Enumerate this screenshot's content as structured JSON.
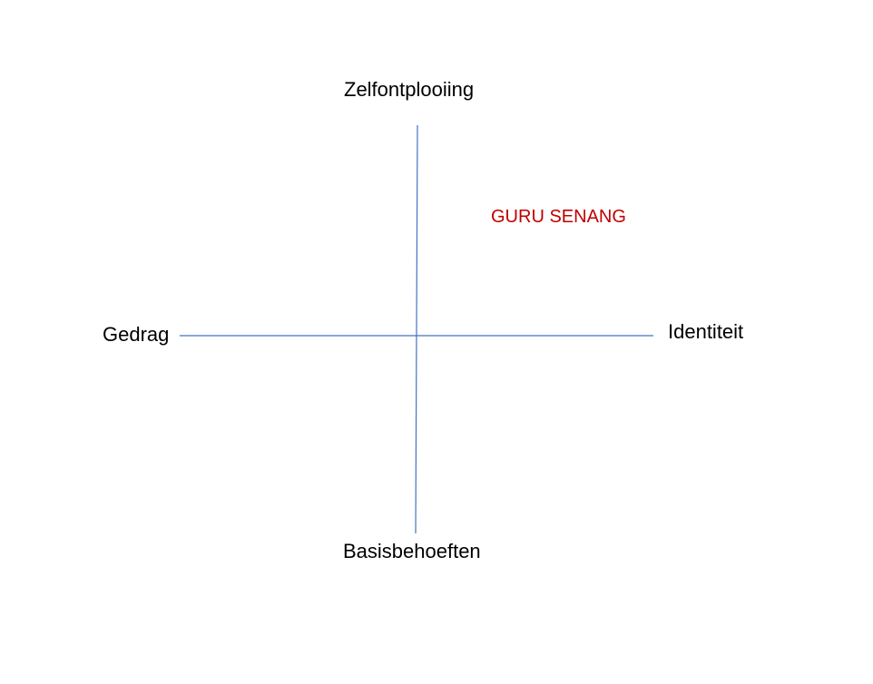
{
  "labels": {
    "top": "Zelfontplooiing",
    "bottom": "Basisbehoeften",
    "left": "Gedrag",
    "right": "Identiteit",
    "callout": "GURU SENANG"
  },
  "colors": {
    "axis": "#4472C4",
    "text": "#000000",
    "callout": "#C00000"
  }
}
